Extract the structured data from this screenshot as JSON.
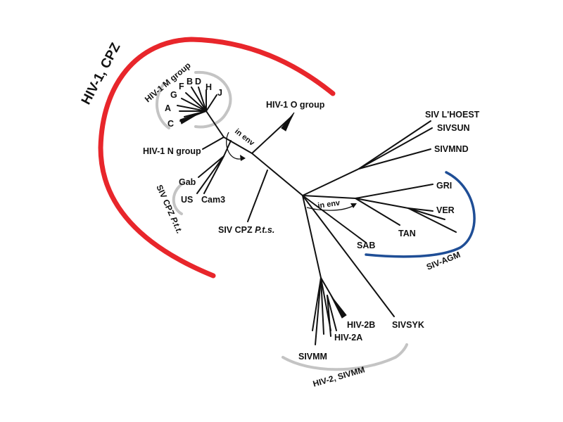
{
  "figure": {
    "group_labels": {
      "hiv1_cpz": "HIV-1, CPZ",
      "hiv1_m": "HIV-1 M group",
      "siv_cpz_ptt_prefix": "SIV CPZ ",
      "siv_cpz_ptt_italic": "P.t.t.",
      "siv_agm": "SIV-AGM",
      "hiv2_sivmm": "HIV-2, SIVMM"
    },
    "annotations": {
      "in_env_upper": "in env",
      "in_env_lower": "in env"
    },
    "subtypes": {
      "A": "A",
      "B": "B",
      "C": "C",
      "D": "D",
      "F": "F",
      "G": "G",
      "H": "H",
      "J": "J"
    },
    "leaves": {
      "hiv1_o": "HIV-1 O group",
      "hiv1_n": "HIV-1 N group",
      "gab": "Gab",
      "us": "US",
      "cam3": "Cam3",
      "siv_cpz_pts_prefix": "SIV CPZ ",
      "siv_cpz_pts_italic": "P.t.s.",
      "siv_lhoest": "SIV L'HOEST",
      "sivsun": "SIVSUN",
      "sivmnd": "SIVMND",
      "gri": "GRI",
      "ver": "VER",
      "tan": "TAN",
      "sab": "SAB",
      "sivsyk": "SIVSYK",
      "hiv2b": "HIV-2B",
      "hiv2a": "HIV-2A",
      "sivmm": "SIVMM"
    },
    "colors": {
      "hiv1_cpz_arc": "#e8262b",
      "siv_agm_arc": "#1f4e96",
      "grey_arc": "#c4c4c4",
      "branch": "#111111"
    }
  }
}
